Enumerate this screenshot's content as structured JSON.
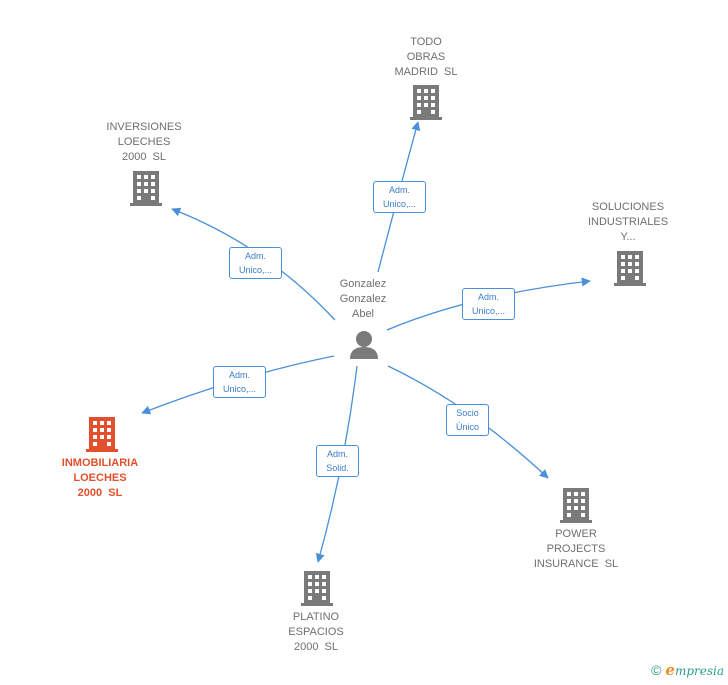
{
  "center": {
    "name": "Gonzalez\nGonzalez\nAbel"
  },
  "companies": [
    {
      "id": "todo",
      "name": "TODO\nOBRAS\nMADRID  SL"
    },
    {
      "id": "inversiones",
      "name": "INVERSIONES\nLOECHES\n2000  SL"
    },
    {
      "id": "soluciones",
      "name": "SOLUCIONES\nINDUSTRIALES\nY..."
    },
    {
      "id": "inmobiliaria",
      "name": "INMOBILIARIA\nLOECHES\n2000  SL"
    },
    {
      "id": "power",
      "name": "POWER\nPROJECTS\nINSURANCE  SL"
    },
    {
      "id": "platino",
      "name": "PLATINO\nESPACIOS\n2000  SL"
    }
  ],
  "edges": [
    {
      "to": "todo",
      "label": "Adm.\nUnico,..."
    },
    {
      "to": "inversiones",
      "label": "Adm.\nUnico,..."
    },
    {
      "to": "soluciones",
      "label": "Adm.\nUnico,..."
    },
    {
      "to": "inmobiliaria",
      "label": "Adm.\nUnico,..."
    },
    {
      "to": "power",
      "label": "Socio\nÚnico"
    },
    {
      "to": "platino",
      "label": "Adm.\nSolid."
    }
  ],
  "footer": {
    "copyright": "©",
    "brand_initial": "e",
    "brand_rest": "mpresia"
  },
  "colors": {
    "edge": "#4a90d9",
    "building": "#7a7a7a",
    "highlight": "#e2502d"
  }
}
